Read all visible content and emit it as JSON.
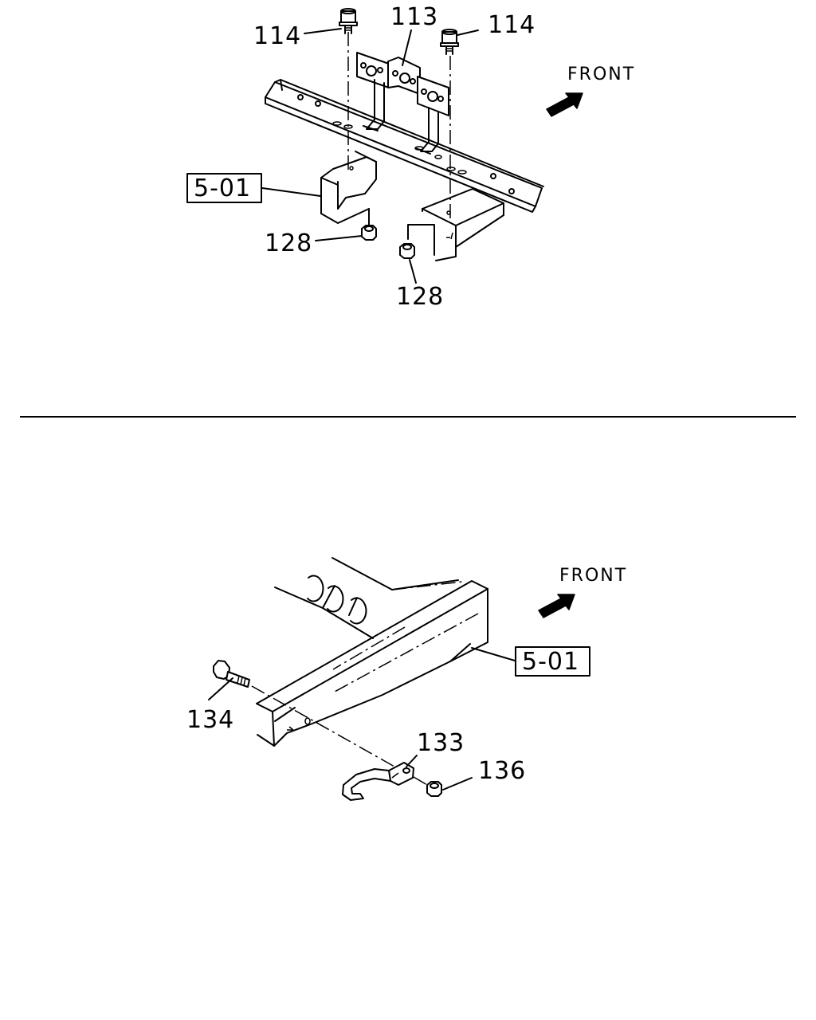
{
  "upper_diagram": {
    "labels": {
      "bracket": "113",
      "bolt_left": "114",
      "bolt_right": "114",
      "nut_left": "128",
      "nut_right": "128",
      "frame_ref": "5-01",
      "direction": "FRONT"
    }
  },
  "lower_diagram": {
    "labels": {
      "hook": "133",
      "bolt": "134",
      "nut": "136",
      "frame_ref": "5-01",
      "direction": "FRONT"
    }
  },
  "icons": {
    "front_arrow": "front-arrow-icon",
    "bolt": "bolt-icon",
    "nut": "nut-icon",
    "hook": "tow-hook-icon"
  }
}
